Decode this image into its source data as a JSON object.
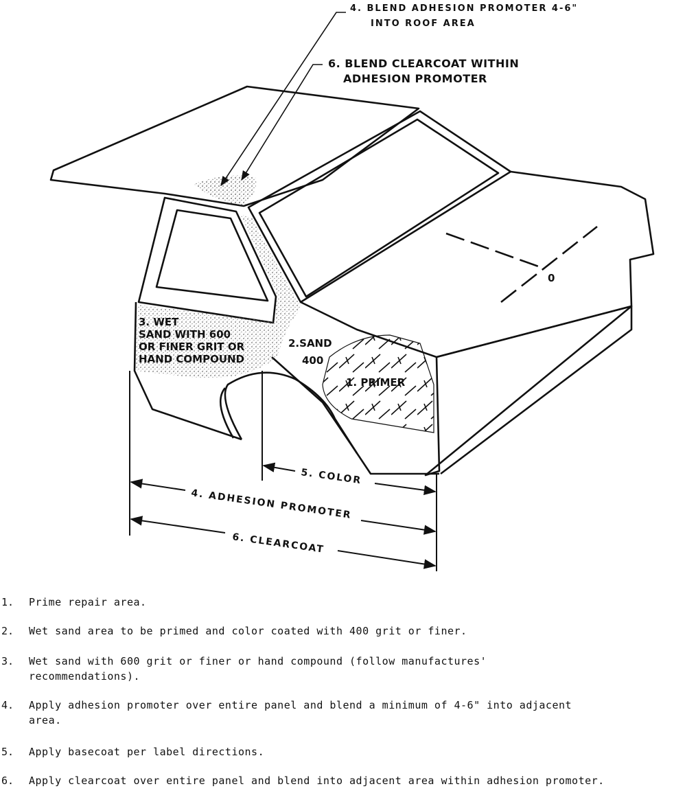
{
  "diagram": {
    "callouts": {
      "adhesion_roof_line1": "4. BLEND ADHESION PROMOTER 4-6\"",
      "adhesion_roof_line2": "INTO ROOF AREA",
      "clearcoat_blend_line1": "6. BLEND CLEARCOAT WITHIN",
      "clearcoat_blend_line2": "ADHESION PROMOTER"
    },
    "areas": {
      "wet_sand_line1": "3. WET",
      "wet_sand_line2": "SAND WITH 600",
      "wet_sand_line3": "OR FINER GRIT OR",
      "wet_sand_line4": "HAND COMPOUND",
      "sand_400_line1": "2.SAND",
      "sand_400_line2": "400",
      "primer": "1. PRIMER",
      "symbol": "0"
    },
    "dimensions": {
      "color": "5. COLOR",
      "adhesion_promoter": "4. ADHESION PROMOTER",
      "clearcoat": "6. CLEARCOAT"
    }
  },
  "steps": [
    {
      "number": "1.",
      "text": "Prime repair area."
    },
    {
      "number": "2.",
      "text": "Wet sand area to be primed and color coated with 400 grit or finer."
    },
    {
      "number": "3.",
      "text": "Wet sand with 600 grit or finer or hand compound (follow manufactures'\nrecommendations)."
    },
    {
      "number": "4.",
      "text": "Apply adhesion promoter over entire panel and blend a minimum of 4-6\" into adjacent\narea."
    },
    {
      "number": "5.",
      "text": "Apply basecoat per label directions."
    },
    {
      "number": "6.",
      "text": "Apply clearcoat over entire panel and blend into adjacent area within adhesion promoter."
    }
  ]
}
